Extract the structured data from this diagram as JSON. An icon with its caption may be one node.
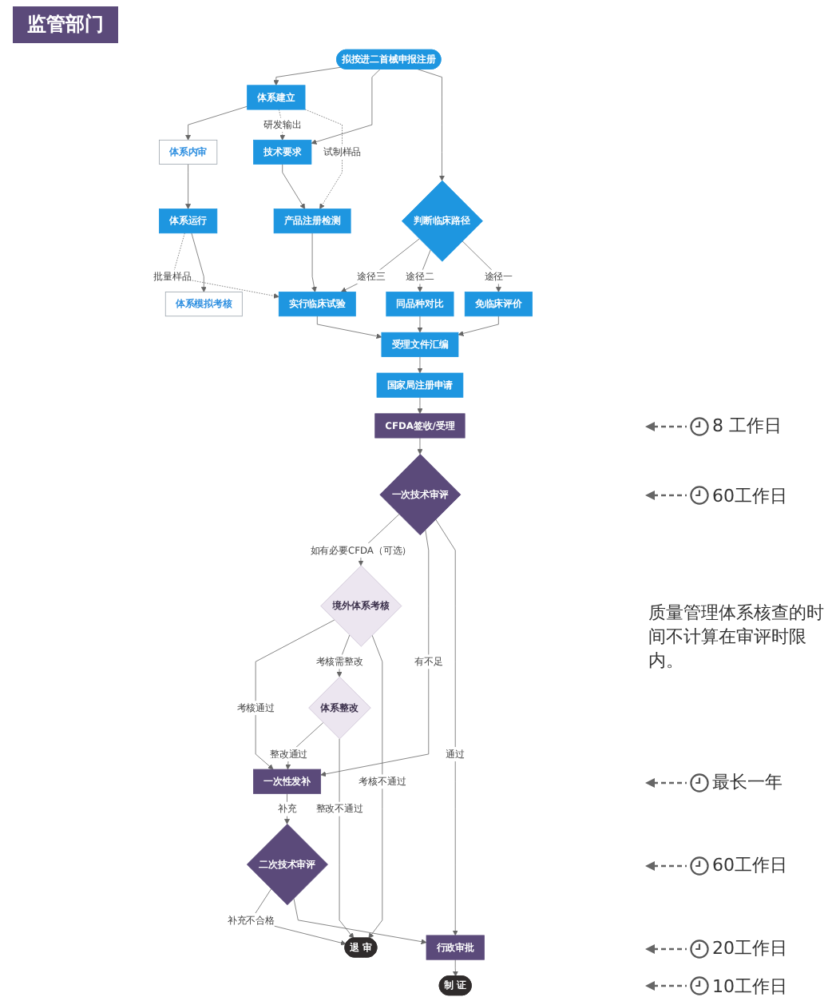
{
  "diagram": {
    "nodes": [
      {
        "text": [
          "拟按进二首械申报注册"
        ]
      },
      {
        "text": [
          "体系建立"
        ]
      },
      {
        "text": [
          "技术要求"
        ]
      },
      {
        "text": [
          "判断临床路径"
        ]
      },
      {
        "text": [
          "体系内审"
        ]
      },
      {
        "text": [
          "产品注册检测"
        ]
      },
      {
        "text": [
          "体系运行"
        ]
      },
      {
        "text": [
          "实行临床试验"
        ]
      },
      {
        "text": [
          "同品种对比"
        ]
      },
      {
        "text": [
          "免临床评价"
        ]
      },
      {
        "text": [
          "体系模拟考核"
        ]
      },
      {
        "text": [
          "受理文件汇编"
        ]
      },
      {
        "text": [
          "国家局注册申请"
        ]
      },
      {
        "text": [
          "CFDA签收/受理"
        ]
      },
      {
        "text": [
          "一次技术审评"
        ]
      },
      {
        "text": [
          "境外体系考核"
        ]
      },
      {
        "text": [
          "体系整改"
        ]
      },
      {
        "text": [
          "一次性发补"
        ]
      },
      {
        "text": [
          "退 审"
        ]
      },
      {
        "text": [
          "二次技术审评"
        ]
      },
      {
        "text": [
          "行政审批"
        ]
      },
      {
        "text": [
          "制 证"
        ]
      }
    ],
    "edges": [
      {
        "from": 0,
        "to": 1,
        "arrow": "to"
      },
      {
        "from": 0,
        "to": 2,
        "arrow": "to"
      },
      {
        "from": 0,
        "to": 3,
        "arrow": "to"
      },
      {
        "from": 1,
        "to": 4,
        "arrow": "to"
      },
      {
        "from": 1,
        "to": 2,
        "arrow": "to",
        "label": "研发输出",
        "style": "dashed"
      },
      {
        "from": 1,
        "to": 5,
        "arrow": "to",
        "label": "试制样品",
        "style": "dashed"
      },
      {
        "from": 2,
        "to": 5,
        "arrow": "to"
      },
      {
        "from": 3,
        "to": 7,
        "arrow": "to",
        "label": "途径三"
      },
      {
        "from": 3,
        "to": 8,
        "arrow": "to",
        "label": "途径二"
      },
      {
        "from": 3,
        "to": 9,
        "arrow": "to",
        "label": "途径一"
      },
      {
        "from": 4,
        "to": 6,
        "arrow": "to"
      },
      {
        "from": 5,
        "to": 7,
        "arrow": "to"
      },
      {
        "from": 6,
        "to": 7,
        "arrow": "to",
        "label": "批量样品",
        "style": "dashed"
      },
      {
        "from": 6,
        "to": 10,
        "arrow": "to"
      },
      {
        "from": 7,
        "to": 11,
        "arrow": "to"
      },
      {
        "from": 8,
        "to": 11,
        "arrow": "to"
      },
      {
        "from": 9,
        "to": 11,
        "arrow": "to"
      },
      {
        "from": 11,
        "to": 12,
        "arrow": "to"
      },
      {
        "from": 12,
        "to": 13,
        "arrow": "to"
      },
      {
        "from": 13,
        "to": 14,
        "arrow": "to"
      },
      {
        "from": 14,
        "to": 15,
        "arrow": "to",
        "label": "如有必要CFDA（可选）"
      },
      {
        "from": 14,
        "to": 17,
        "arrow": "to",
        "label": "有不足"
      },
      {
        "from": 14,
        "to": 20,
        "arrow": "to",
        "label": "通过"
      },
      {
        "from": 15,
        "to": 17,
        "arrow": "to",
        "label": "考核通过"
      },
      {
        "from": 15,
        "to": 16,
        "arrow": "to",
        "label": "考核需整改"
      },
      {
        "from": 15,
        "to": 18,
        "arrow": "to",
        "label": "考核不通过"
      },
      {
        "from": 16,
        "to": 17,
        "arrow": "to",
        "label": "整改通过"
      },
      {
        "from": 16,
        "to": 18,
        "arrow": "to",
        "label": "整改不通过"
      },
      {
        "from": 17,
        "to": 19,
        "arrow": "to",
        "label": "补充"
      },
      {
        "from": 19,
        "to": 18,
        "arrow": "to",
        "label": "补充不合格"
      },
      {
        "from": 19,
        "to": 20,
        "arrow": "to"
      },
      {
        "from": 20,
        "to": 21,
        "arrow": "to"
      }
    ],
    "labels": [
      "8 工作日",
      "60工作日",
      "质量管理体系核查的时间不计算在审评时限内。",
      "最长一年",
      "60工作日",
      "20工作日",
      "10工作日"
    ],
    "legend": [
      {
        "text": "监管部门",
        "color": "#5b4a7a"
      }
    ]
  }
}
